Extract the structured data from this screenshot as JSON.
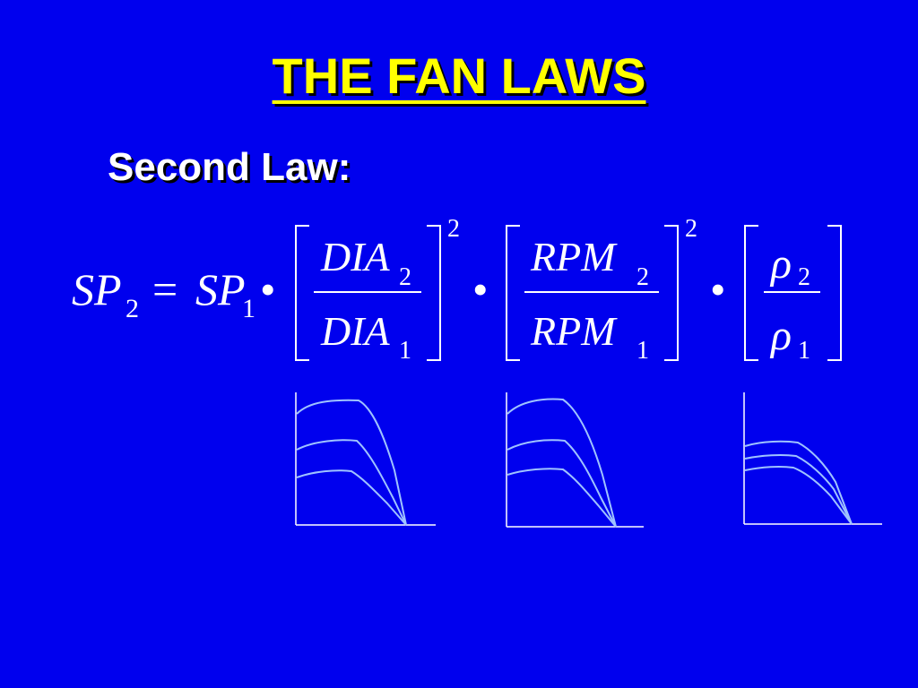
{
  "title": "THE FAN LAWS",
  "subtitle": "Second Law:",
  "equation": {
    "lhs": {
      "symbol": "SP",
      "sub": "2"
    },
    "equals": "=",
    "rhs_base": {
      "symbol": "SP",
      "sub": "1"
    },
    "multiply": "•",
    "ratios": [
      {
        "numerator": {
          "symbol": "DIA",
          "sub": "2"
        },
        "denominator": {
          "symbol": "DIA",
          "sub": "1"
        },
        "exponent": "2"
      },
      {
        "numerator": {
          "symbol": "RPM",
          "sub": "2"
        },
        "denominator": {
          "symbol": "RPM",
          "sub": "1"
        },
        "exponent": "2"
      },
      {
        "numerator": {
          "symbol": "ρ",
          "sub": "2"
        },
        "denominator": {
          "symbol": "ρ",
          "sub": "1"
        },
        "exponent": ""
      }
    ]
  },
  "colors": {
    "background": "#0000ee",
    "title": "#ffff00",
    "text": "#ffffff",
    "curve": "#9fc3ff",
    "axis": "#ffffff"
  }
}
